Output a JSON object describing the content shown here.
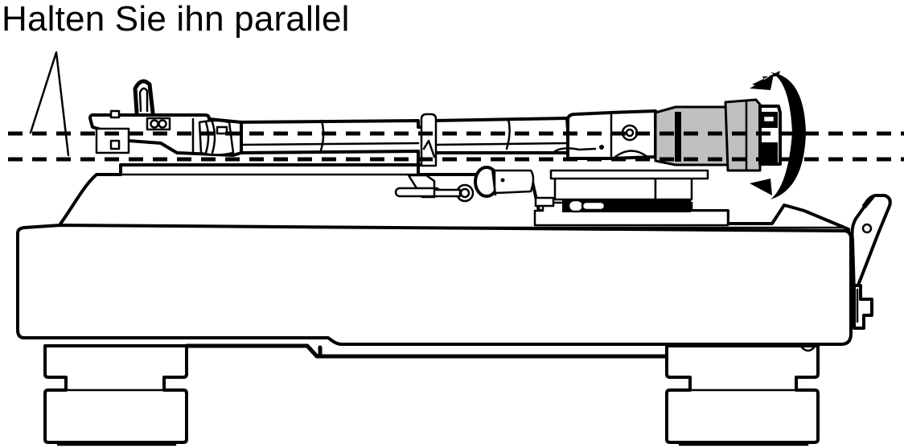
{
  "caption": {
    "text": "Halten Sie ihn parallel"
  },
  "diagram": {
    "subject": "turntable-tonearm-side-view",
    "elements": [
      "caption-leader-lines",
      "parallel-guide-lines",
      "headshell-cartridge",
      "tonearm-tube",
      "tonearm-base",
      "anti-skating-dial",
      "arm-lift-lever",
      "counterweight",
      "rotation-arrow",
      "turntable-plinth",
      "feet",
      "dust-cover-hinge"
    ],
    "colors": {
      "line": "#000000",
      "background": "#ffffff",
      "counterweight_fill": "#c0c0c0"
    }
  }
}
